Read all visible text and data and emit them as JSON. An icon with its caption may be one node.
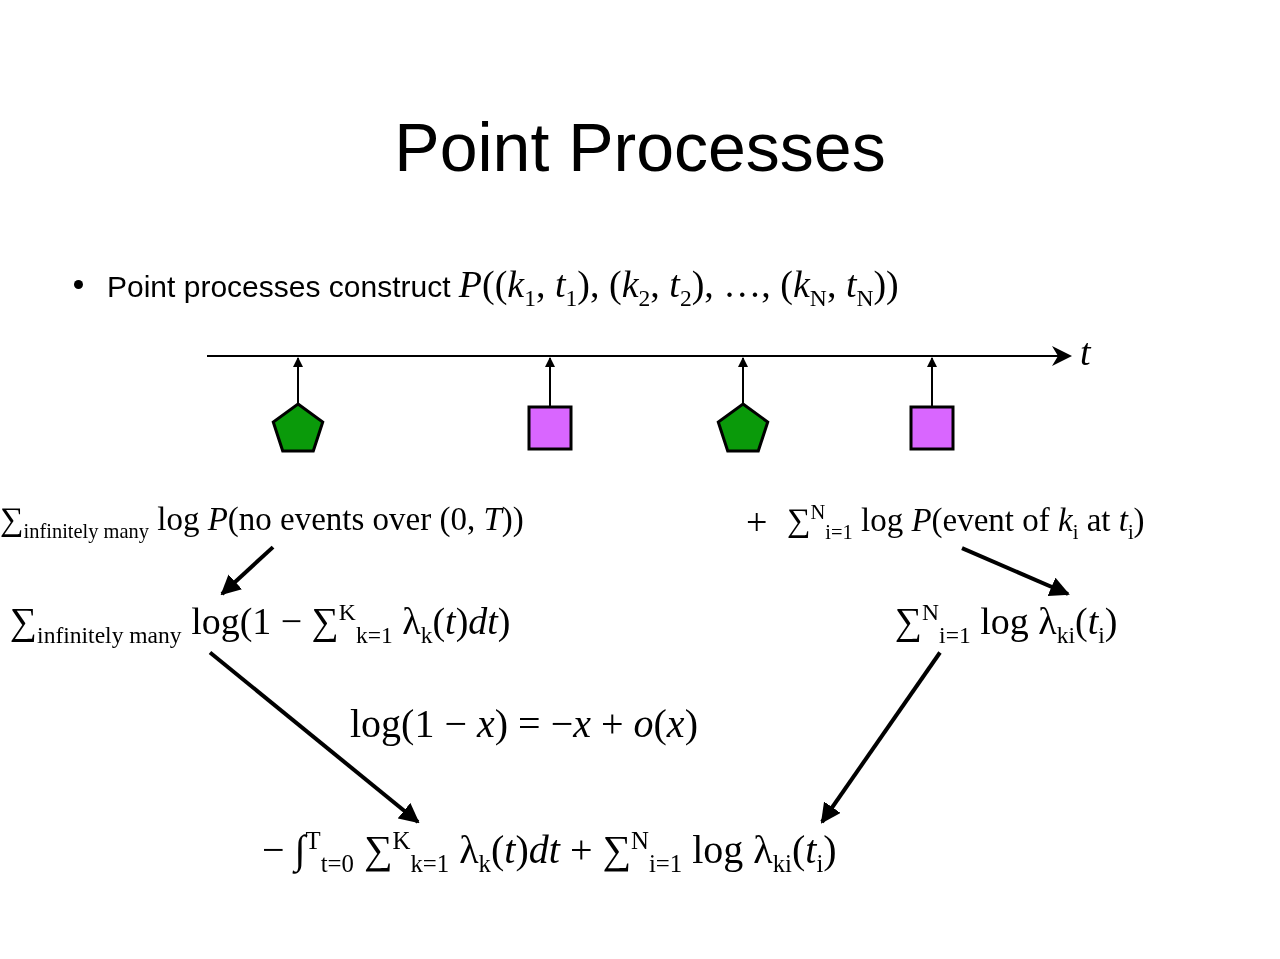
{
  "diagram": {
    "title": "Point Processes",
    "nodes": [
      {
        "text": [],
        "shape": "pentagon"
      },
      {
        "text": [],
        "shape": "box"
      },
      {
        "text": [],
        "shape": "pentagon"
      },
      {
        "text": [],
        "shape": "box"
      },
      {
        "text": [
          "∑$_{infinitely many}$ log *P*(no events over (0, *T*))"
        ]
      },
      {
        "text": [
          "∑$^{N}$$_{i=1}$ log *P*(event of *k*$_{i}$ at *t*$_{i}$)"
        ]
      },
      {
        "text": [
          "∑$_{infinitely many}$ log(1 − ∑$^{K}$$_{k=1}$ λ$_{k}$(*t*)*dt*)"
        ]
      },
      {
        "text": [
          "∑$^{N}$$_{i=1}$ log λ$_{ki}$(*t*$_{i}$)"
        ]
      },
      {
        "text": [
          "− ∫$^{T}$$_{t=0}$ ∑$^{K}$$_{k=1}$ λ$_{k}$(*t*)*dt* + ∑$^{N}$$_{i=1}$ log λ$_{ki}$(*t*$_{i}$)"
        ]
      }
    ],
    "edges": [
      {
        "from": 0,
        "to": null,
        "arrow": "to"
      },
      {
        "from": 1,
        "to": null,
        "arrow": "to"
      },
      {
        "from": 2,
        "to": null,
        "arrow": "to"
      },
      {
        "from": 3,
        "to": null,
        "arrow": "to"
      },
      {
        "from": 4,
        "to": 6,
        "arrow": "to",
        "style": "thick"
      },
      {
        "from": 5,
        "to": 7,
        "arrow": "to",
        "style": "thick"
      },
      {
        "from": 6,
        "to": 8,
        "arrow": "to",
        "style": "thick"
      },
      {
        "from": 7,
        "to": 8,
        "arrow": "to",
        "style": "thick"
      }
    ],
    "labels": [
      "Point processes construct *P*((*k*$_{1}$, *t*$_{1}$), (*k*$_{2}$, *t*$_{2}$), …, (*k*$_{N}$, *t*$_{N}$))",
      "t",
      "+",
      "log(1 − *x*) = −*x* + *o*(*x*)"
    ]
  }
}
